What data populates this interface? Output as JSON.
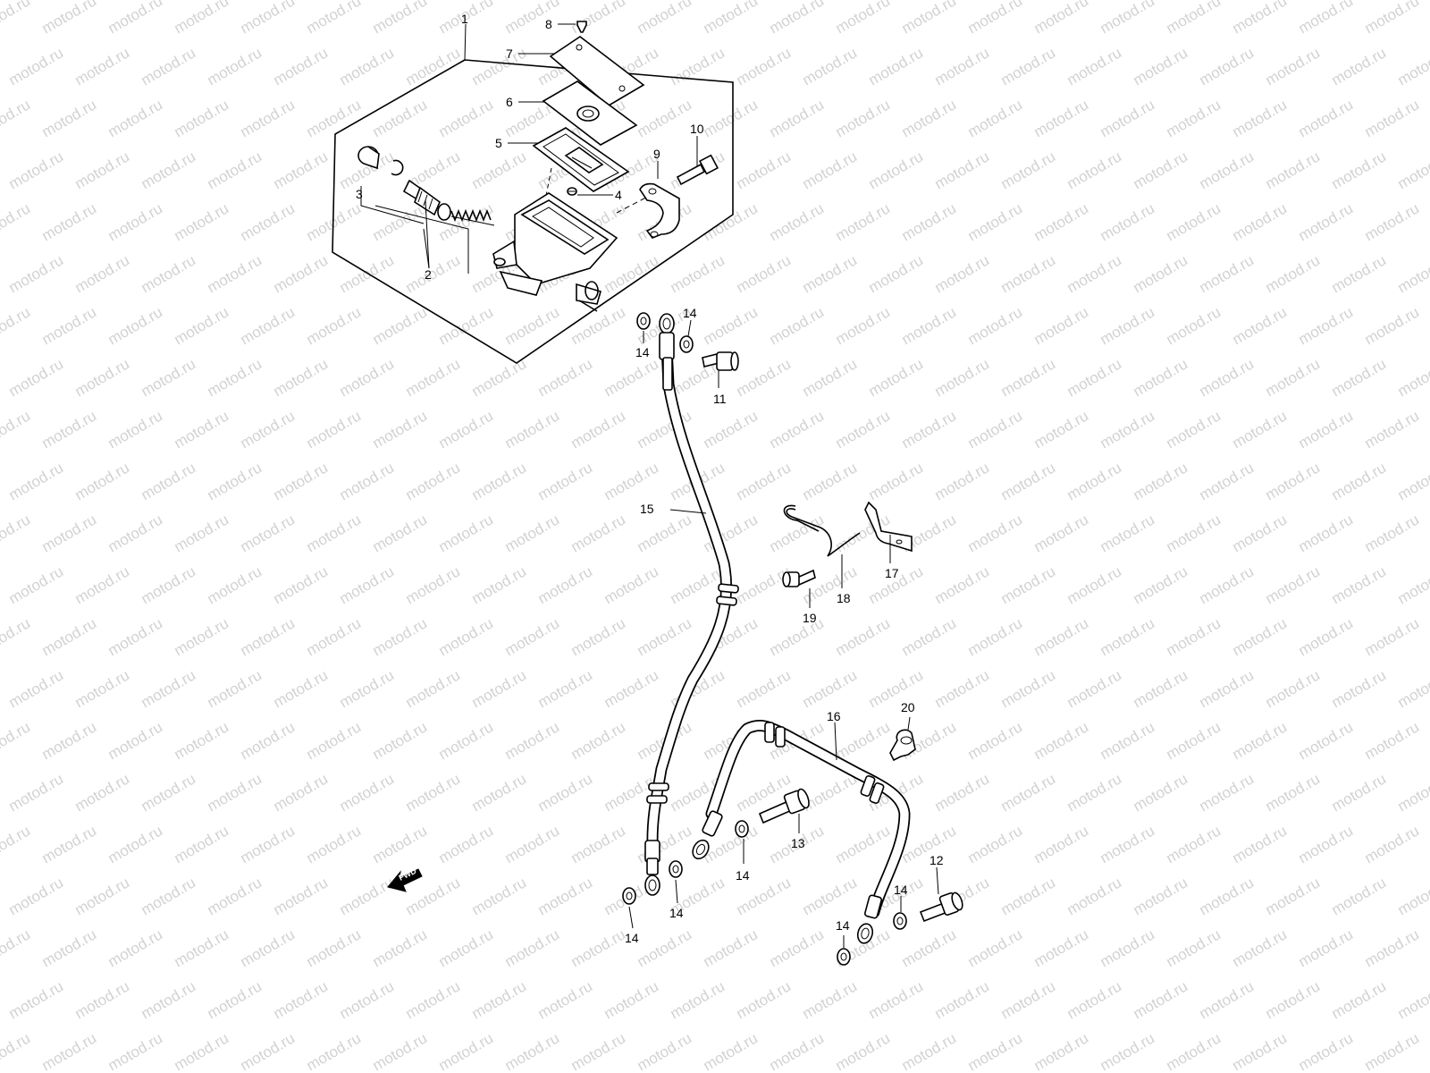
{
  "watermark": {
    "text": "motod.ru"
  },
  "fwd_label": "FWD",
  "part_labels": [
    "1",
    "2",
    "3",
    "4",
    "5",
    "6",
    "7",
    "8",
    "9",
    "10",
    "11",
    "12",
    "13",
    "14",
    "15",
    "16",
    "17",
    "18",
    "19",
    "20"
  ]
}
